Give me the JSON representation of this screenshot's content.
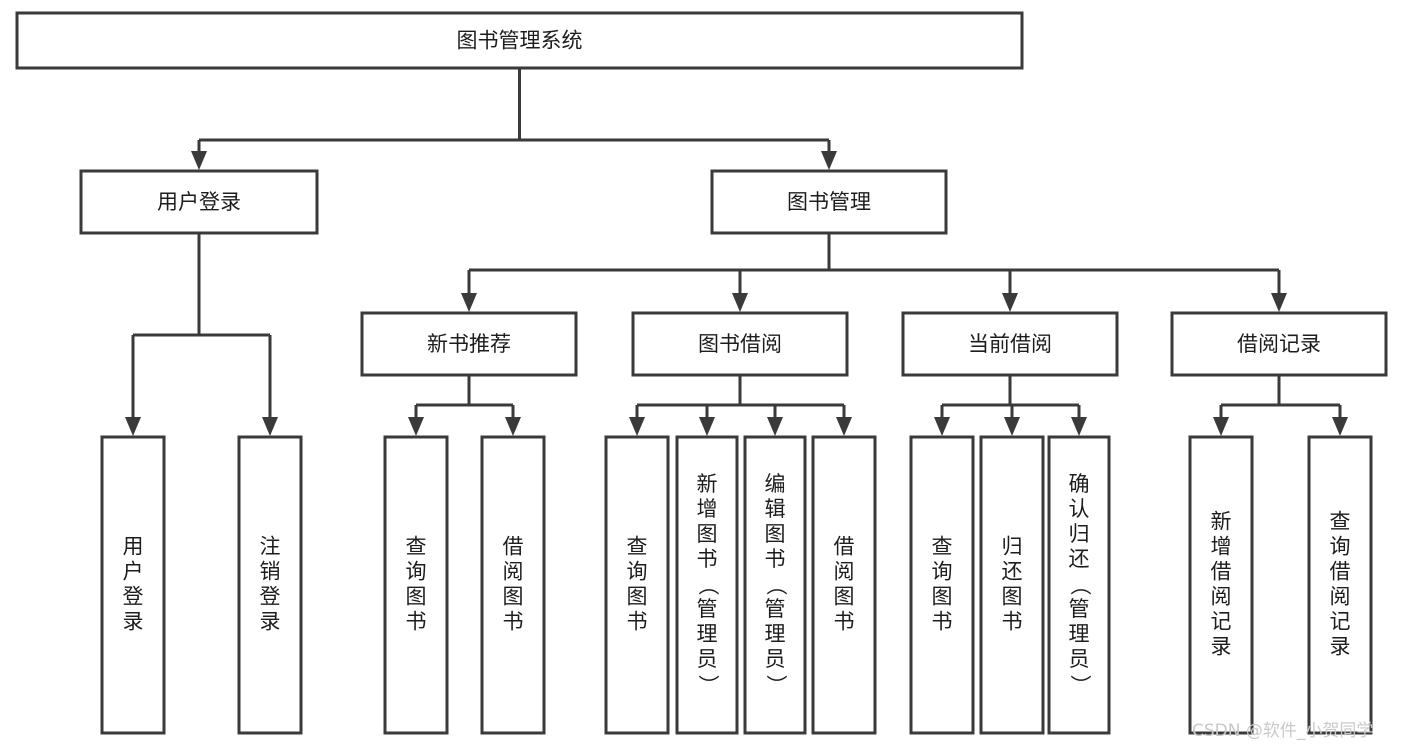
{
  "diagram": {
    "type": "tree-hierarchy-diagram",
    "title": "图书管理系统",
    "orientation": "top-down",
    "colors": {
      "box_fill": "#ffffff",
      "box_stroke": "#3a3a3a",
      "text": "#1d1d1d",
      "background": "#ffffff",
      "watermark": "#c9c9c9"
    },
    "levels": [
      {
        "level": 1,
        "nodes": [
          {
            "id": "root",
            "label": "图书管理系统",
            "text_orientation": "horizontal"
          }
        ]
      },
      {
        "level": 2,
        "nodes": [
          {
            "id": "user-login",
            "label": "用户登录",
            "text_orientation": "horizontal",
            "parent": "root"
          },
          {
            "id": "book-manage",
            "label": "图书管理",
            "text_orientation": "horizontal",
            "parent": "root"
          }
        ]
      },
      {
        "level": 3,
        "nodes": [
          {
            "id": "new-book-rec",
            "label": "新书推荐",
            "text_orientation": "horizontal",
            "parent": "book-manage"
          },
          {
            "id": "book-borrow",
            "label": "图书借阅",
            "text_orientation": "horizontal",
            "parent": "book-manage"
          },
          {
            "id": "current-borrow",
            "label": "当前借阅",
            "text_orientation": "horizontal",
            "parent": "book-manage"
          },
          {
            "id": "borrow-record",
            "label": "借阅记录",
            "text_orientation": "horizontal",
            "parent": "book-manage"
          }
        ]
      },
      {
        "level": 4,
        "nodes": [
          {
            "id": "leaf-user-login",
            "label": "用户登录",
            "text_orientation": "vertical",
            "parent": "user-login"
          },
          {
            "id": "leaf-logout",
            "label": "注销登录",
            "text_orientation": "vertical",
            "parent": "user-login"
          },
          {
            "id": "leaf-query-book-1",
            "label": "查询图书",
            "text_orientation": "vertical",
            "parent": "new-book-rec"
          },
          {
            "id": "leaf-borrow-book-1",
            "label": "借阅图书",
            "text_orientation": "vertical",
            "parent": "new-book-rec"
          },
          {
            "id": "leaf-query-book-2",
            "label": "查询图书",
            "text_orientation": "vertical",
            "parent": "book-borrow"
          },
          {
            "id": "leaf-add-book",
            "label": "新增图书（管理员）",
            "text_orientation": "vertical",
            "parent": "book-borrow"
          },
          {
            "id": "leaf-edit-book",
            "label": "编辑图书（管理员）",
            "text_orientation": "vertical",
            "parent": "book-borrow"
          },
          {
            "id": "leaf-borrow-book-2",
            "label": "借阅图书",
            "text_orientation": "vertical",
            "parent": "book-borrow"
          },
          {
            "id": "leaf-query-book-3",
            "label": "查询图书",
            "text_orientation": "vertical",
            "parent": "current-borrow"
          },
          {
            "id": "leaf-return-book",
            "label": "归还图书",
            "text_orientation": "vertical",
            "parent": "current-borrow"
          },
          {
            "id": "leaf-confirm-return",
            "label": "确认归还（管理员）",
            "text_orientation": "vertical",
            "parent": "current-borrow"
          },
          {
            "id": "leaf-add-record",
            "label": "新增借阅记录",
            "text_orientation": "vertical",
            "parent": "borrow-record"
          },
          {
            "id": "leaf-query-record",
            "label": "查询借阅记录",
            "text_orientation": "vertical",
            "parent": "borrow-record"
          }
        ]
      }
    ]
  },
  "watermark": {
    "label": "CSDN @软件_小贺同学"
  }
}
